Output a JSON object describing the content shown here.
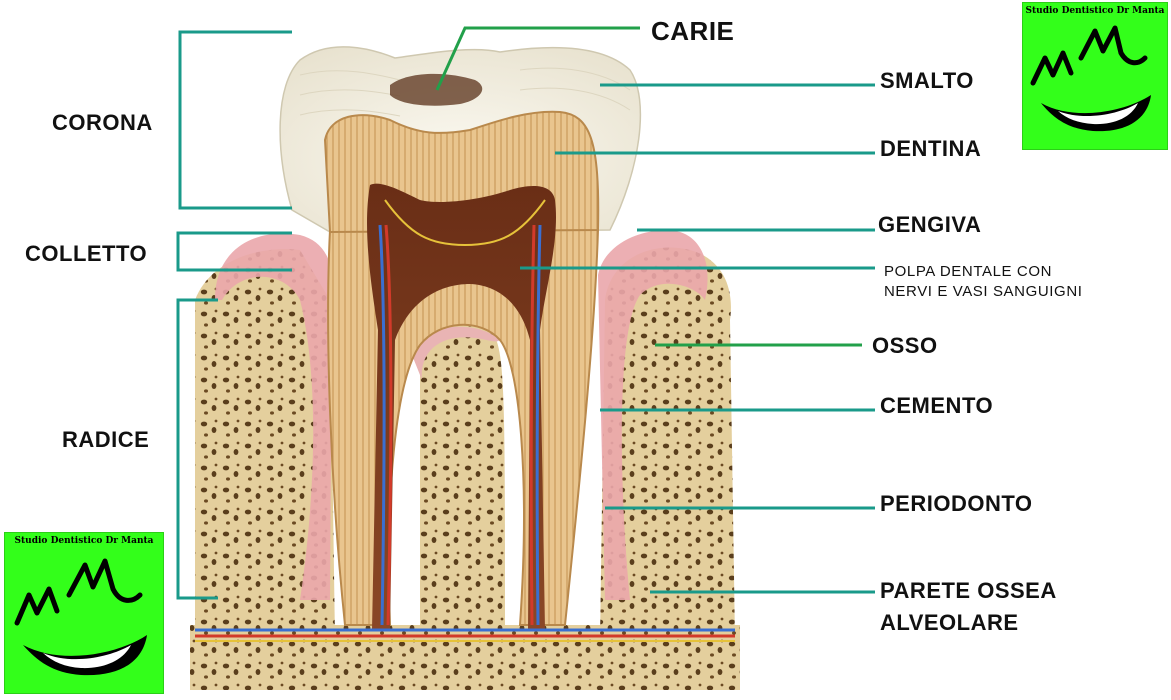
{
  "labels": {
    "carie": "CARIE",
    "smalto": "SMALTO",
    "dentina": "DENTINA",
    "gengiva": "GENGIVA",
    "polpa_line1": "POLPA DENTALE CON",
    "polpa_line2": "NERVI E VASI SANGUIGNI",
    "osso": "OSSO",
    "cemento": "CEMENTO",
    "periodonto": "PERIODONTO",
    "parete_line1": "PARETE OSSEA",
    "parete_line2": "ALVEOLARE",
    "corona": "CORONA",
    "colletto": "COLLETTO",
    "radice": "RADICE"
  },
  "logo": {
    "text": "Studio Dentistico Dr Manta",
    "background": "#33ff1a"
  },
  "colors": {
    "leader_line": "#1a9a8a",
    "osso_line": "#22a04a",
    "enamel": "#f4f1e6",
    "dentin": "#e8c48e",
    "pulp": "#7a3b1f",
    "gum": "#e9a3a8",
    "bone": "#e6d2a2"
  }
}
